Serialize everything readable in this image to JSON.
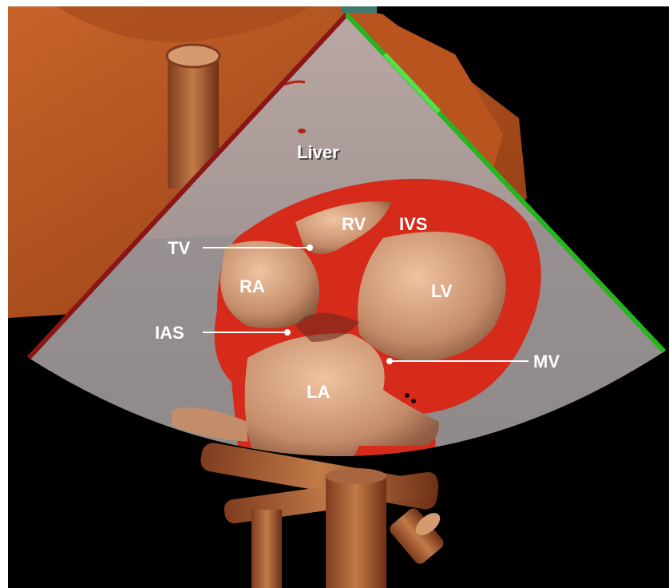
{
  "figure": {
    "labels": {
      "liver": "Liver",
      "rv": "RV",
      "ivs": "IVS",
      "tv": "TV",
      "ra": "RA",
      "lv": "LV",
      "ias": "IAS",
      "mv": "MV",
      "la": "LA"
    },
    "colors": {
      "background": "#000000",
      "sector": "#9b8e8e",
      "myocardium": "#d62a1a",
      "chamber": "#c99a7c",
      "organ": "#b8561f",
      "probe_left_edge": "#8a1616",
      "probe_right_edge": "#27b51f"
    }
  }
}
